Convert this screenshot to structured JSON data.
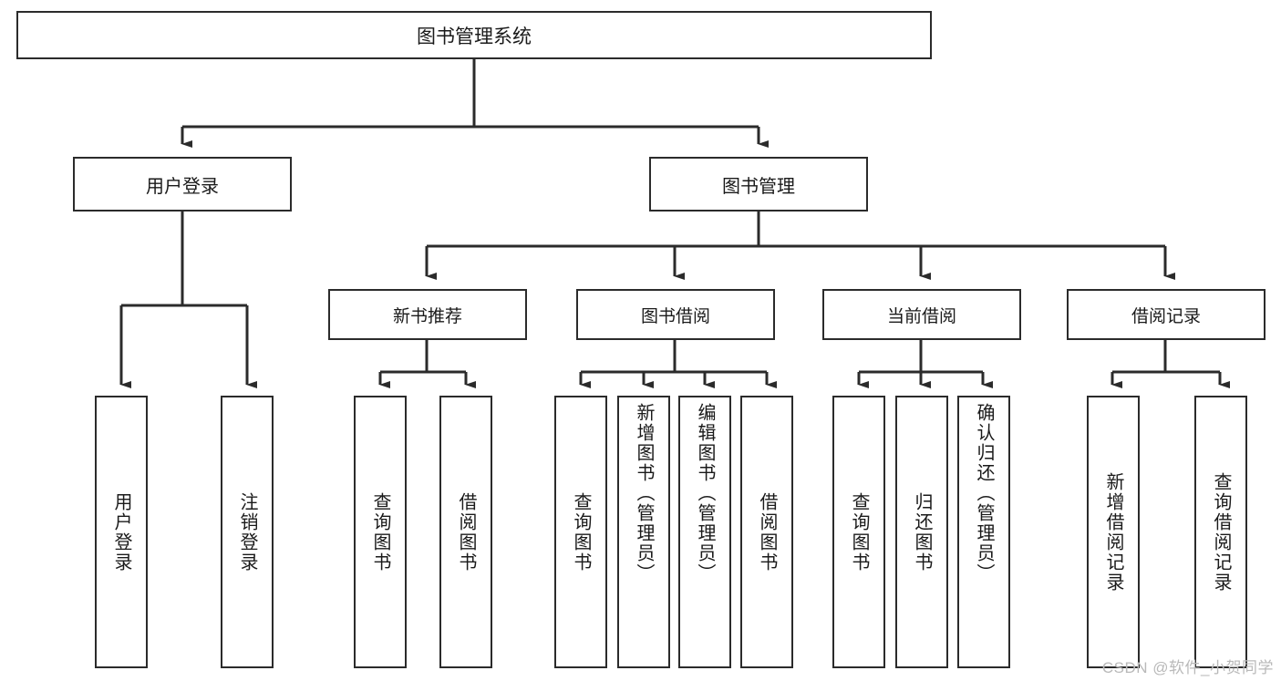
{
  "diagram": {
    "type": "tree-hierarchy",
    "title_node": {
      "label": "图书管理系统"
    },
    "level1": [
      {
        "id": "user-login",
        "label": "用户登录"
      },
      {
        "id": "book-manage",
        "label": "图书管理"
      }
    ],
    "level2": [
      {
        "id": "new-book-recommend",
        "label": "新书推荐",
        "parent": "book-manage"
      },
      {
        "id": "book-borrow",
        "label": "图书借阅",
        "parent": "book-manage"
      },
      {
        "id": "current-borrow",
        "label": "当前借阅",
        "parent": "book-manage"
      },
      {
        "id": "borrow-record",
        "label": "借阅记录",
        "parent": "book-manage"
      }
    ],
    "leaves": {
      "user_login": [
        {
          "id": "leaf-user-login",
          "label": "用户登录"
        },
        {
          "id": "leaf-logout",
          "label": "注销登录"
        }
      ],
      "new_book_recommend": [
        {
          "id": "leaf-query-book-1",
          "label": "查询图书"
        },
        {
          "id": "leaf-borrow-book-1",
          "label": "借阅图书"
        }
      ],
      "book_borrow": [
        {
          "id": "leaf-query-book-2",
          "label": "查询图书"
        },
        {
          "id": "leaf-add-book",
          "label": "新增图书（管理员）"
        },
        {
          "id": "leaf-edit-book",
          "label": "编辑图书（管理员）"
        },
        {
          "id": "leaf-borrow-book-2",
          "label": "借阅图书"
        }
      ],
      "current_borrow": [
        {
          "id": "leaf-query-book-3",
          "label": "查询图书"
        },
        {
          "id": "leaf-return-book",
          "label": "归还图书"
        },
        {
          "id": "leaf-confirm-return",
          "label": "确认归还（管理员）"
        }
      ],
      "borrow_record": [
        {
          "id": "leaf-add-record",
          "label": "新增借阅记录"
        },
        {
          "id": "leaf-query-record",
          "label": "查询借阅记录"
        }
      ]
    }
  },
  "watermark": {
    "text": "CSDN @软件_小贺同学"
  },
  "colors": {
    "stroke": "#2b2b2b",
    "background": "#ffffff",
    "text": "#1a1a1a",
    "watermark": "#b9b9b9"
  }
}
